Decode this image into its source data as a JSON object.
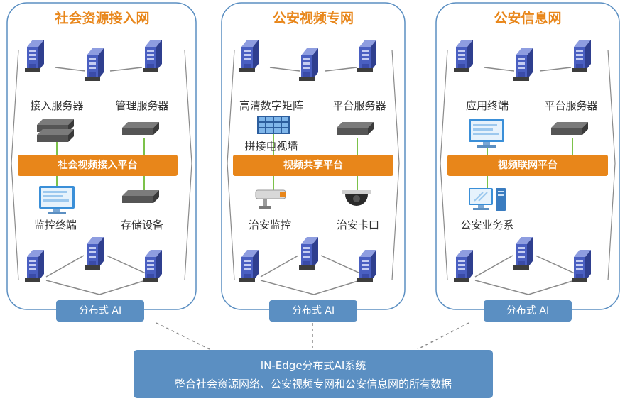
{
  "panels": [
    {
      "title": "社会资源接入网",
      "labels": {
        "left_top": "接入服务器",
        "right_top": "管理服务器",
        "left_bottom": "监控终端",
        "right_bottom": "存储设备"
      },
      "platform": "社会视频接入平台",
      "badge": "分布式 AI"
    },
    {
      "title": "公安视频专网",
      "labels": {
        "left_top": "高清数字矩阵",
        "right_top": "平台服务器",
        "wall": "拼接电视墙",
        "left_bottom": "治安监控",
        "right_bottom": "治安卡口"
      },
      "platform": "视频共享平台",
      "badge": "分布式 AI"
    },
    {
      "title": "公安信息网",
      "labels": {
        "left_top": "应用终端",
        "right_top": "平台服务器",
        "left_bottom": "公安业务系"
      },
      "platform": "视频联网平台",
      "badge": "分布式 AI"
    }
  ],
  "system": {
    "title": "IN-Edge分布式AI系统",
    "subtitle": "整合社会资源网络、公安视频专网和公安信息网的所有数据"
  },
  "colors": {
    "accent": "#e8861a",
    "badge": "#5b8fc2",
    "border": "#5b8fc2",
    "server": "#4a5fc1",
    "line": "#8a8a8a",
    "link_green": "#7cc24a"
  },
  "icons": [
    "server-icon",
    "network-switch-icon",
    "monitor-icon",
    "video-wall-icon",
    "bullet-camera-icon",
    "dome-camera-icon",
    "desktop-computer-icon"
  ]
}
